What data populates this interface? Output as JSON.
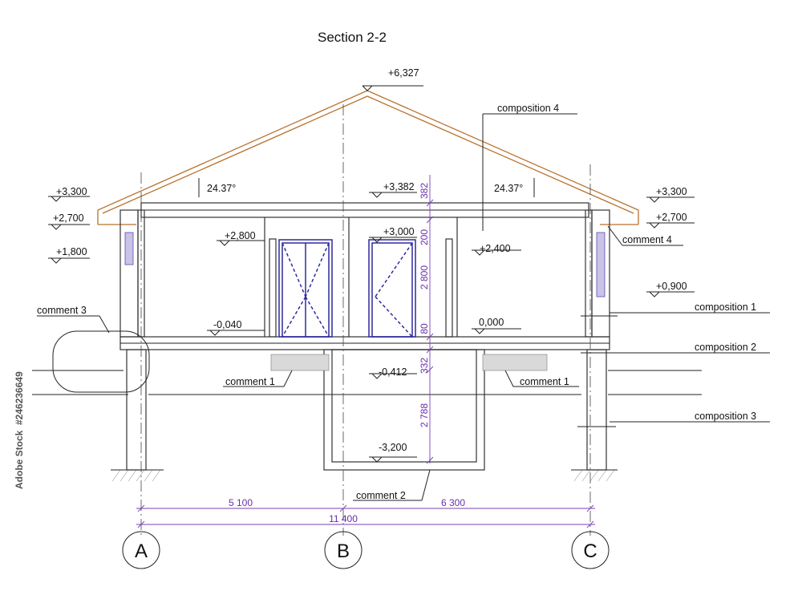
{
  "title": "Section 2-2",
  "elevations": {
    "ridge": "+6,327",
    "left_3300": "+3,300",
    "left_2700": "+2,700",
    "left_1800": "+1,800",
    "ceiling_3382": "+3,382",
    "ceiling_3000": "+3,000",
    "left_2800": "+2,800",
    "right_2400": "+2,400",
    "right_3300": "+3,300",
    "right_2700": "+2,700",
    "right_0900": "+0,900",
    "floor_left": "-0,040",
    "floor_zero": "0,000",
    "under_floor": "-0,412",
    "basement": "-3,200"
  },
  "angles": {
    "left": "24.37°",
    "right": "24.37°"
  },
  "callouts": {
    "composition_4": "composition 4",
    "comment_4": "comment 4",
    "composition_1": "composition 1",
    "composition_2": "composition 2",
    "composition_3": "composition 3",
    "comment_3": "comment 3",
    "comment_1_left": "comment 1",
    "comment_1_right": "comment 1",
    "comment_2": "comment 2"
  },
  "vertical_dimensions": [
    "382",
    "200",
    "2 800",
    "80",
    "332",
    "2 788"
  ],
  "horizontal_dimensions": {
    "a_b": "5 100",
    "b_c": "6 300",
    "total": "11 400"
  },
  "axes": [
    "A",
    "B",
    "C"
  ],
  "watermark": "#246236649",
  "watermark_prefix": "Adobe Stock"
}
